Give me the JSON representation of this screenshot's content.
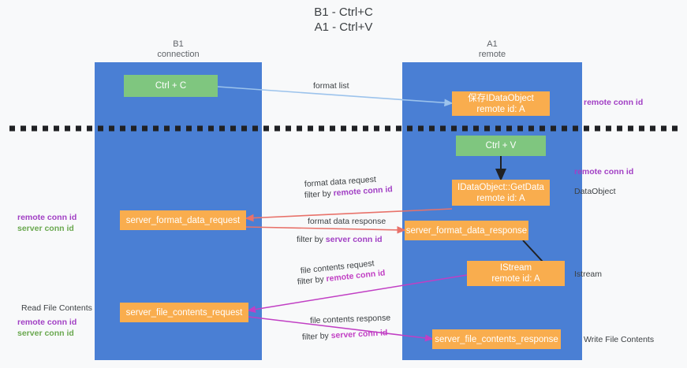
{
  "title": "B1 - Ctrl+C\nA1 - Ctrl+V",
  "columns": {
    "left": "B1\nconnection",
    "right": "A1\nremote"
  },
  "boxes": {
    "ctrl_c": {
      "label": "Ctrl + C"
    },
    "ctrl_v": {
      "label": "Ctrl + V"
    },
    "idataobject_save": {
      "line1": "保存IDataObject",
      "line2": "remote id: A"
    },
    "idataobject_getdata": {
      "line1": "IDataObject::GetData",
      "line2": "remote id: A"
    },
    "istream": {
      "line1": "IStream",
      "line2": "remote id: A"
    },
    "server_format_data_request": {
      "label": "server_format_data_request"
    },
    "server_format_data_response": {
      "label": "server_format_data_response"
    },
    "server_file_contents_request": {
      "label": "server_file_contents_request"
    },
    "server_file_contents_response": {
      "label": "server_file_contents_response"
    }
  },
  "annotations": {
    "right_remote_conn_id_top": "remote conn id",
    "right_remote_conn_id_mid": "remote conn id",
    "right_dataobject": "DataObject",
    "right_istream": "Istream",
    "right_write_file_contents": "Write File Contents",
    "left_remote_conn_id_mid": "remote conn id",
    "left_server_conn_id_mid": "server conn id",
    "left_read_file_contents": "Read File Contents",
    "left_remote_conn_id_bottom": "remote conn id",
    "left_server_conn_id_bottom": "server conn id"
  },
  "edges": {
    "format_list": "format list",
    "format_data_request": "format data request",
    "format_data_request_filter_prefix": "filter by ",
    "format_data_request_filter_value": "remote conn id",
    "format_data_response": "format data response",
    "format_data_response_filter_prefix": "filter by ",
    "format_data_response_filter_value": "server conn id",
    "file_contents_request": "file contents request",
    "file_contents_request_filter_prefix": "filter by ",
    "file_contents_request_filter_value": "remote conn id",
    "file_contents_response": "file contents response",
    "file_contents_response_filter_prefix": "filter by ",
    "file_contents_response_filter_value": "server conn id"
  },
  "colors": {
    "lane": "#4a7fd4",
    "green_box": "#7fc67f",
    "orange_box": "#f9ad4e",
    "purple_text": "#a13fc4",
    "green_text": "#6aa84f",
    "arrow_blue": "#9cc3ec",
    "arrow_red": "#e8726a",
    "arrow_magenta": "#c13fc4",
    "arrow_black": "#202124",
    "background": "#f8f9fa"
  }
}
